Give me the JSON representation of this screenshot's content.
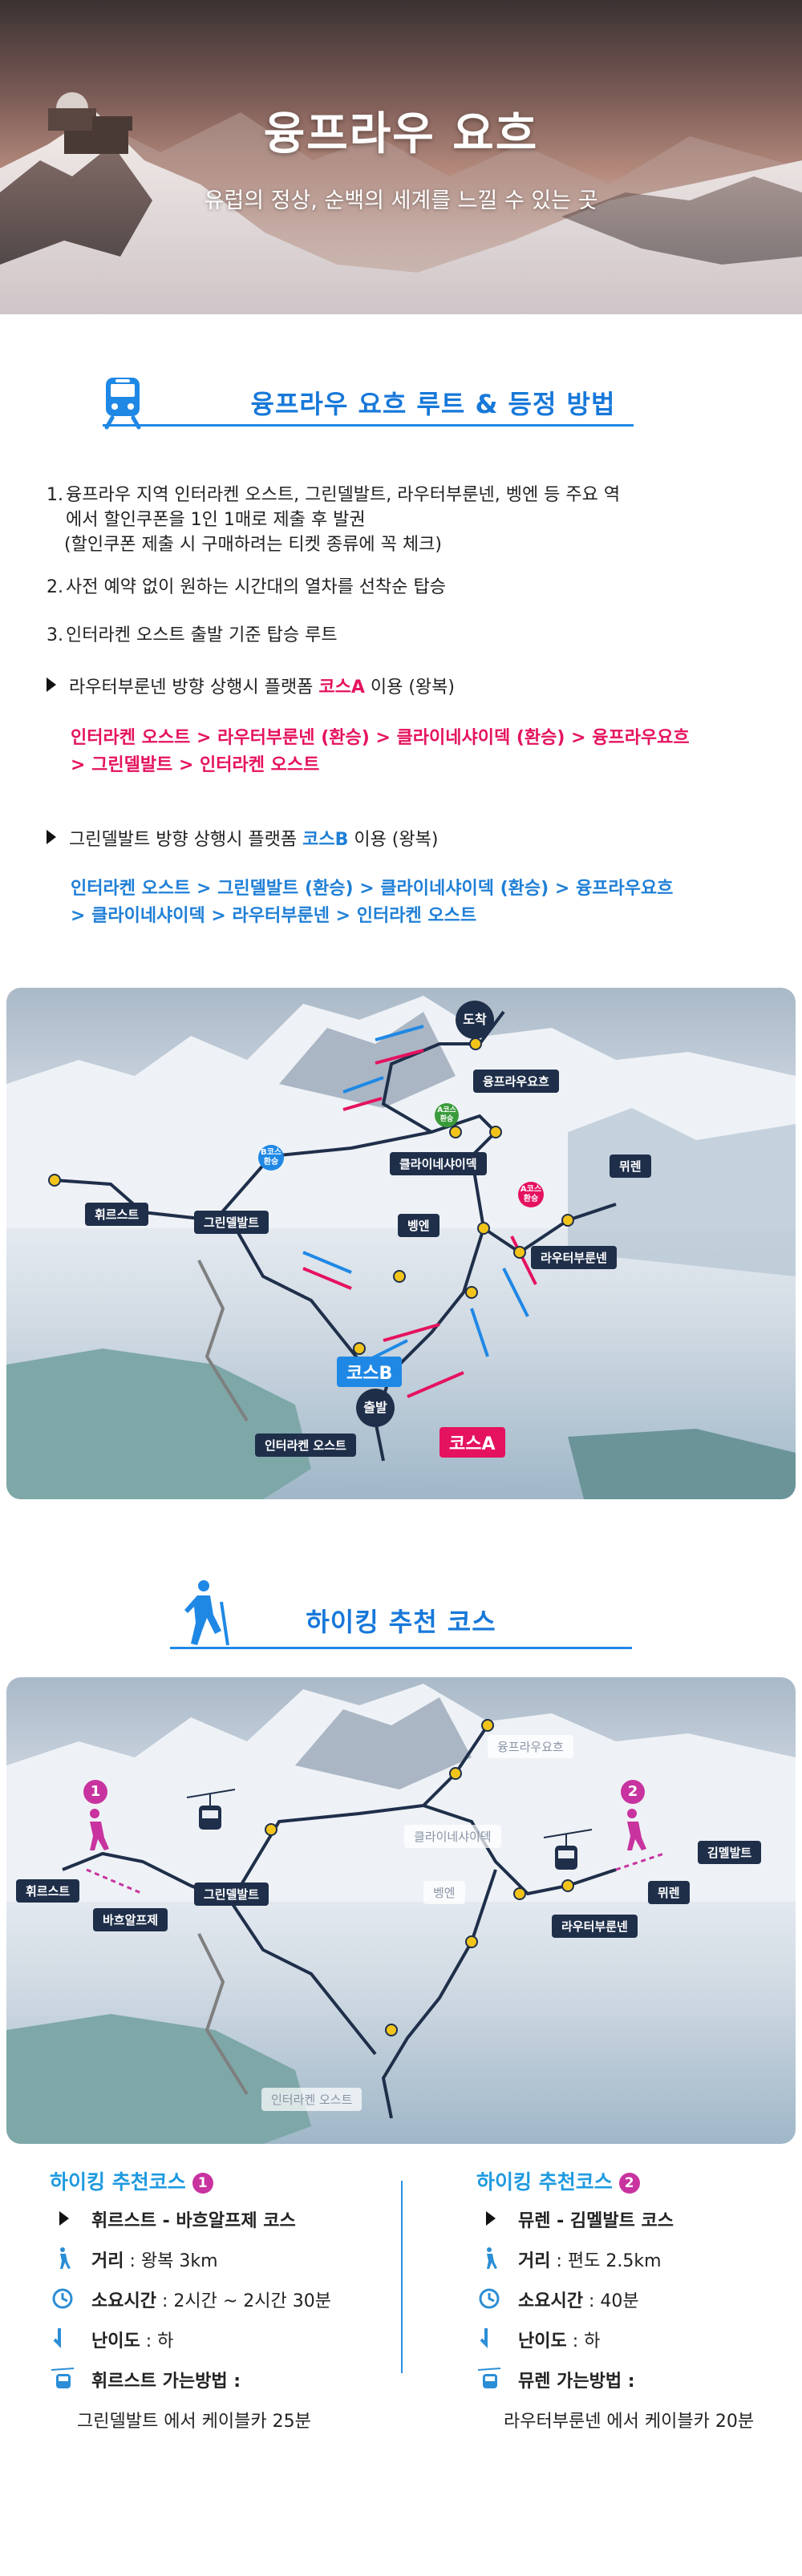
{
  "hero": {
    "title": "융프라우 요흐",
    "subtitle": "유럽의 정상, 순백의 세계를 느낄 수 있는 곳"
  },
  "route_section": {
    "title": "융프라우 요흐 루트 & 등정 방법",
    "icon": "train-icon",
    "steps": [
      {
        "num": "1.",
        "text": "융프라우 지역 인터라켄 오스트, 그린델발트, 라우터부룬넨, 벵엔 등 주요 역에서 할인쿠폰을 1인 1매로 제출 후 발권",
        "note": "(할인쿠폰 제출 시 구매하려는 티켓 종류에 꼭 체크)"
      },
      {
        "num": "2.",
        "text": "사전 예약 없이 원하는 시간대의 열차를 선착순 탑승"
      },
      {
        "num": "3.",
        "text": "인터라켄 오스트 출발 기준 탑승 루트"
      }
    ],
    "courseA": {
      "pre": "라우터부룬넨 방향 상행시 플랫폼 ",
      "name": "코스A",
      "post": " 이용 (왕복)",
      "route_line1": "인터라켄 오스트 > 라우터부룬넨 (환승) > 클라이네샤이덱 (환승) > 융프라우요흐",
      "route_line2": "> 그린델발트 > 인터라켄 오스트"
    },
    "courseB": {
      "pre": "그린델발트 방향 상행시 플랫폼 ",
      "name": "코스B",
      "post": " 이용 (왕복)",
      "route_line1": "인터라켄 오스트 > 그린델발트 (환승) > 클라이네샤이덱 (환승) > 융프라우요흐",
      "route_line2": "> 클라이네샤이덱 > 라우터부룬넨 > 인터라켄 오스트"
    }
  },
  "route_map": {
    "arrive": "도착",
    "depart": "출발",
    "b_transfer": "B코스\n환승",
    "a_transfer_top": "A코스\n환승",
    "a_transfer_mid": "A코스\n환승",
    "labels": {
      "jungfraujoch": "융프라우요흐",
      "kleine": "클라이네샤이덱",
      "murren": "뮈렌",
      "wengen": "벵엔",
      "lauterbrunnen": "라우터부룬넨",
      "first": "휘르스트",
      "grindelwald": "그린델발트",
      "interlaken": "인터라켄 오스트",
      "courseB": "코스B",
      "courseA": "코스A"
    },
    "colors": {
      "a": "#e5125f",
      "b": "#1f88e5",
      "node": "#f2c41a",
      "label": "#1f2f4a"
    }
  },
  "hiking_section": {
    "title": "하이킹 추천 코스",
    "icon": "hiker-icon"
  },
  "hiking_map": {
    "labels": {
      "jungfraujoch": "융프라우요흐",
      "kleine": "클라이네샤이덱",
      "wengen": "벵엔",
      "first": "휘르스트",
      "bachalpsee": "바흐알프제",
      "grindelwald": "그린델발트",
      "murren": "뮈렌",
      "gimmelwald": "김멜발트",
      "lauterbrunnen": "라우터부룬넨",
      "interlaken": "인터라켄 오스트"
    },
    "badge1": "1",
    "badge2": "2"
  },
  "hiking_courses": [
    {
      "title": "하이킹 추천코스",
      "badge": "1",
      "route": "휘르스트 - 바흐알프제 코스",
      "distance_label": "거리",
      "distance_value": " : 왕복 3km",
      "time_label": "소요시간",
      "time_value": " : 2시간 ~ 2시간 30분",
      "level_label": "난이도",
      "level_value": " : 하",
      "access_label": "휘르스트 가는방법 :",
      "access_value": "그린델발트 에서 케이블카 25분"
    },
    {
      "title": "하이킹 추천코스",
      "badge": "2",
      "route": "뮤렌 - 김멜발트 코스",
      "distance_label": "거리",
      "distance_value": " : 편도  2.5km",
      "time_label": "소요시간",
      "time_value": " : 40분",
      "level_label": "난이도",
      "level_value": " : 하",
      "access_label": "뮤렌 가는방법 :",
      "access_value": "라우터부룬넨 에서 케이블카 20분"
    }
  ]
}
